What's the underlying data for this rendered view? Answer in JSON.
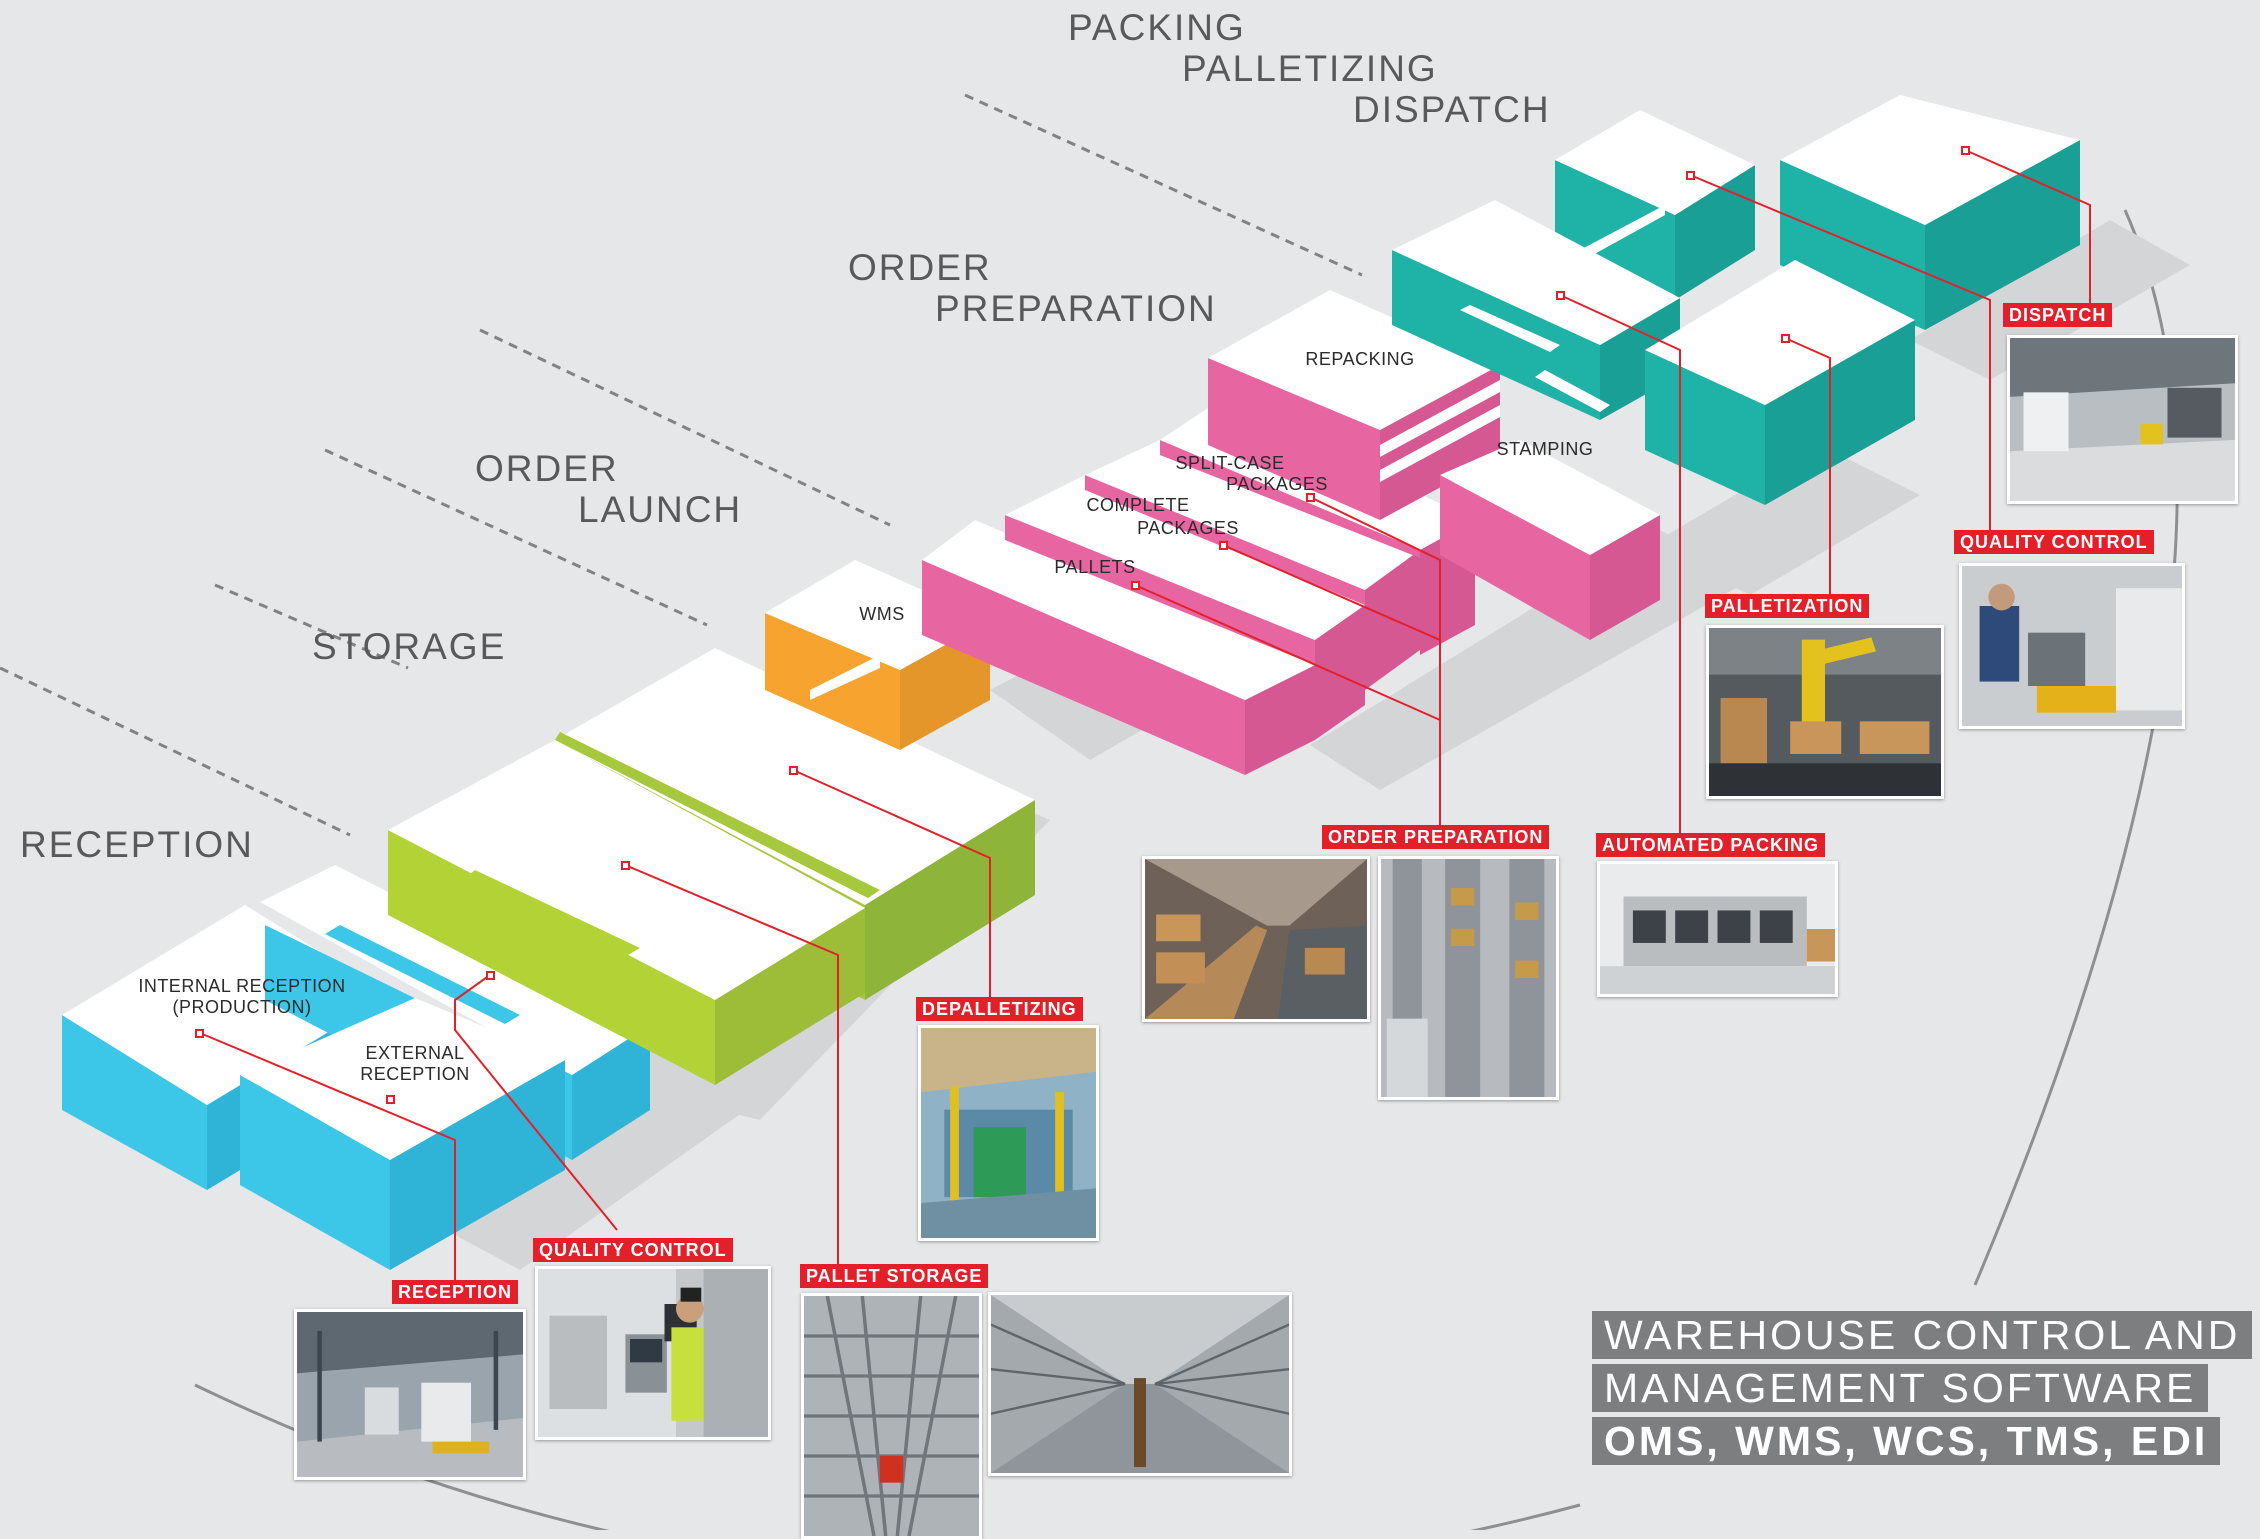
{
  "stages": {
    "packing": [
      "PACKING",
      "PALLETIZING",
      "DISPATCH"
    ],
    "order_preparation": [
      "ORDER",
      "PREPARATION"
    ],
    "order_launch": [
      "ORDER",
      "LAUNCH"
    ],
    "storage": "STORAGE",
    "reception": "RECEPTION"
  },
  "blocks": {
    "internal_reception": [
      "INTERNAL RECEPTION",
      "(PRODUCTION)"
    ],
    "external_reception": [
      "EXTERNAL",
      "RECEPTION"
    ],
    "wms": "WMS",
    "pallets": "PALLETS",
    "complete_packages": [
      "COMPLETE",
      "PACKAGES"
    ],
    "split_case_packages": [
      "SPLIT-CASE",
      "PACKAGES"
    ],
    "repacking": "REPACKING",
    "stamping": "STAMPING"
  },
  "tags": {
    "reception": "RECEPTION",
    "quality_control_1": "QUALITY CONTROL",
    "pallet_storage": "PALLET STORAGE",
    "depalletizing": "DEPALLETIZING",
    "order_preparation": "ORDER PREPARATION",
    "automated_packing": "AUTOMATED PACKING",
    "palletization": "PALLETIZATION",
    "quality_control_2": "QUALITY CONTROL",
    "dispatch": "DISPATCH"
  },
  "footer": {
    "line1": "WAREHOUSE CONTROL AND",
    "line2": "MANAGEMENT SOFTWARE",
    "line3": "OMS, WMS, WCS, TMS, EDI"
  },
  "colors": {
    "background": "#e6e7e8",
    "cyan": "#3cc6e8",
    "green": "#a6c83c",
    "orange": "#f6a42f",
    "pink": "#e765a1",
    "teal": "#1fb3a8",
    "callout_red": "#e3202a"
  }
}
